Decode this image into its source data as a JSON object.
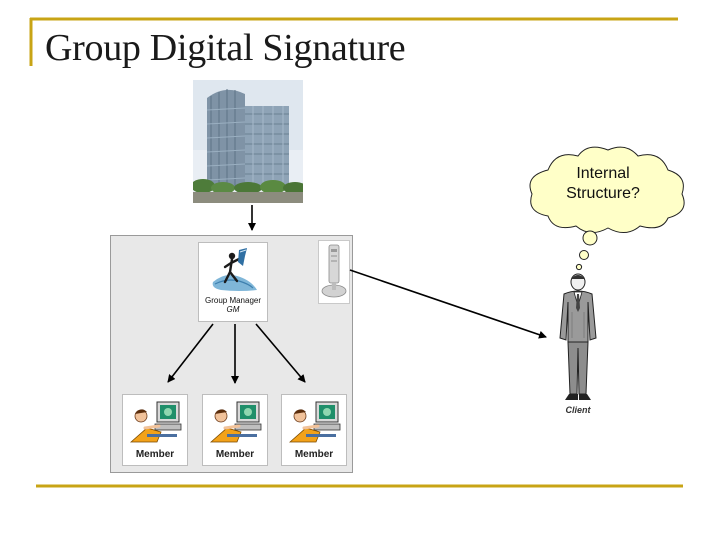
{
  "slide": {
    "title": "Group Digital Signature"
  },
  "diagram": {
    "group_manager": {
      "label": "Group Manager",
      "sublabel": "GM"
    },
    "members": [
      {
        "label": "Member"
      },
      {
        "label": "Member"
      },
      {
        "label": "Member"
      }
    ],
    "client": {
      "label": "Client"
    },
    "thought_bubble": {
      "line1": "Internal",
      "line2": "Structure?"
    }
  },
  "colors": {
    "accent_gold": "#c8a415",
    "bubble_fill": "#ffffc8",
    "group_box_fill": "#e8e8e8"
  }
}
